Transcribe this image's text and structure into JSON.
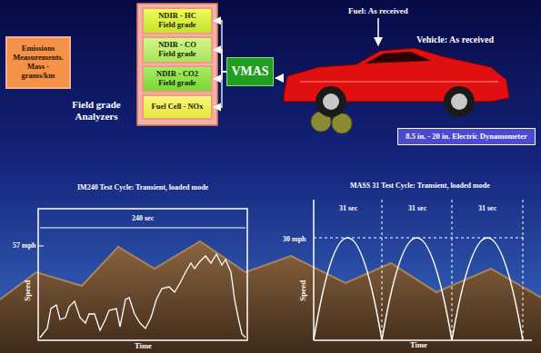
{
  "diagram": {
    "nodes": [
      {
        "text": [
          "Emissions Measurements. Mass - grams/km"
        ]
      },
      {
        "text": [
          "NDIR - HC Field grade"
        ]
      },
      {
        "text": [
          "NDIR - CO Field grade"
        ]
      },
      {
        "text": [
          "NDIR - CO2 Field grade"
        ]
      },
      {
        "text": [
          "Fuel Cell - NOx"
        ]
      },
      {
        "text": [
          "VMAS"
        ]
      },
      {
        "text": [
          "8.5 in. - 20 in. Electric Dynamometer"
        ]
      }
    ],
    "edges": [
      {
        "from": 5,
        "to": 1,
        "arrow": "to"
      },
      {
        "from": 5,
        "to": 2,
        "arrow": "to"
      },
      {
        "from": 5,
        "to": 3,
        "arrow": "to"
      },
      {
        "from": 5,
        "to": 4,
        "arrow": "to"
      }
    ],
    "labels": [
      "Field grade Analyzers",
      "Fuel: As received",
      "Vehicle: As received",
      "IM240 Test Cycle: Transient, loaded mode",
      "57 mph",
      "240 sec",
      "Speed",
      "Time",
      "MASS 31 Test Cycle: Transient, loaded mode",
      "31 sec",
      "31 sec",
      "31 sec",
      "30 mph",
      "Speed",
      "Time"
    ]
  }
}
